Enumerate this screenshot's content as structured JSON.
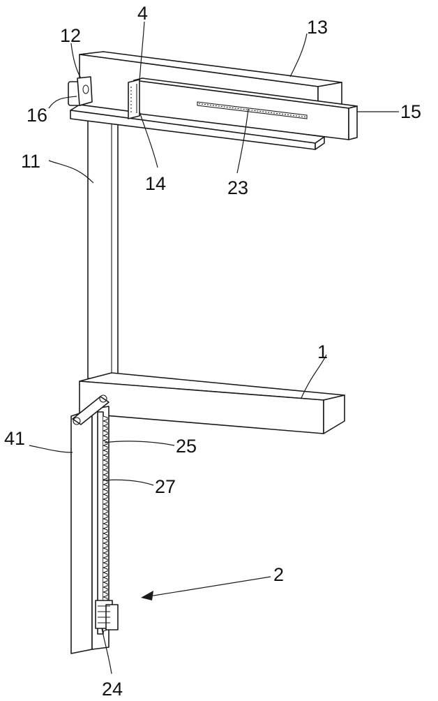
{
  "labels": {
    "l1": "1",
    "l2": "2",
    "l4": "4",
    "l11": "11",
    "l12": "12",
    "l13": "13",
    "l14": "14",
    "l15": "15",
    "l16": "16",
    "l23": "23",
    "l24": "24",
    "l25": "25",
    "l27": "27",
    "l41": "41"
  },
  "colors": {
    "line": "#1a1a1a",
    "background": "#ffffff"
  }
}
